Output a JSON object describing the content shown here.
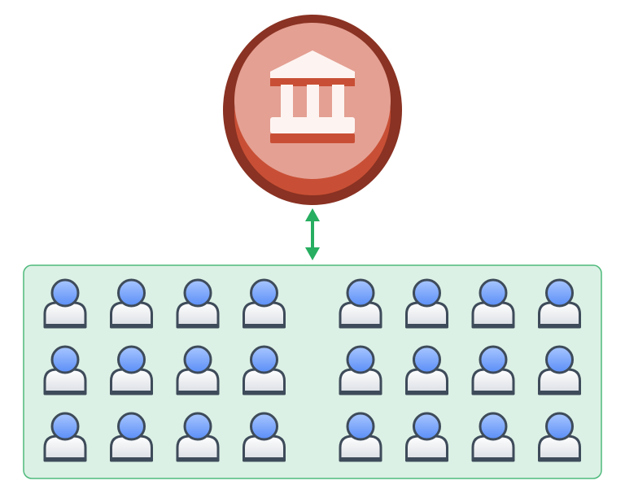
{
  "diagram": {
    "hub": {
      "icon": "bank-building-icon"
    },
    "connector": {
      "icon": "double-headed-arrow-icon"
    },
    "group": {
      "blocks": [
        {
          "rows": 3,
          "columns": 4
        },
        {
          "rows": 3,
          "columns": 4
        }
      ],
      "member_icon": "person-icon"
    }
  },
  "colors": {
    "hub_ring": "#8a3223",
    "hub_fill": "#e4a093",
    "hub_shadow": "#c84f35",
    "building_light": "#fdf4f1",
    "building_dark": "#c84f35",
    "arrow": "#27ae60",
    "group_fill": "#dcf1e5",
    "group_border": "#4fba7c",
    "person_head": "#6f9ff8",
    "person_outline": "#3e4b5a",
    "person_body": "#eef0f3"
  }
}
